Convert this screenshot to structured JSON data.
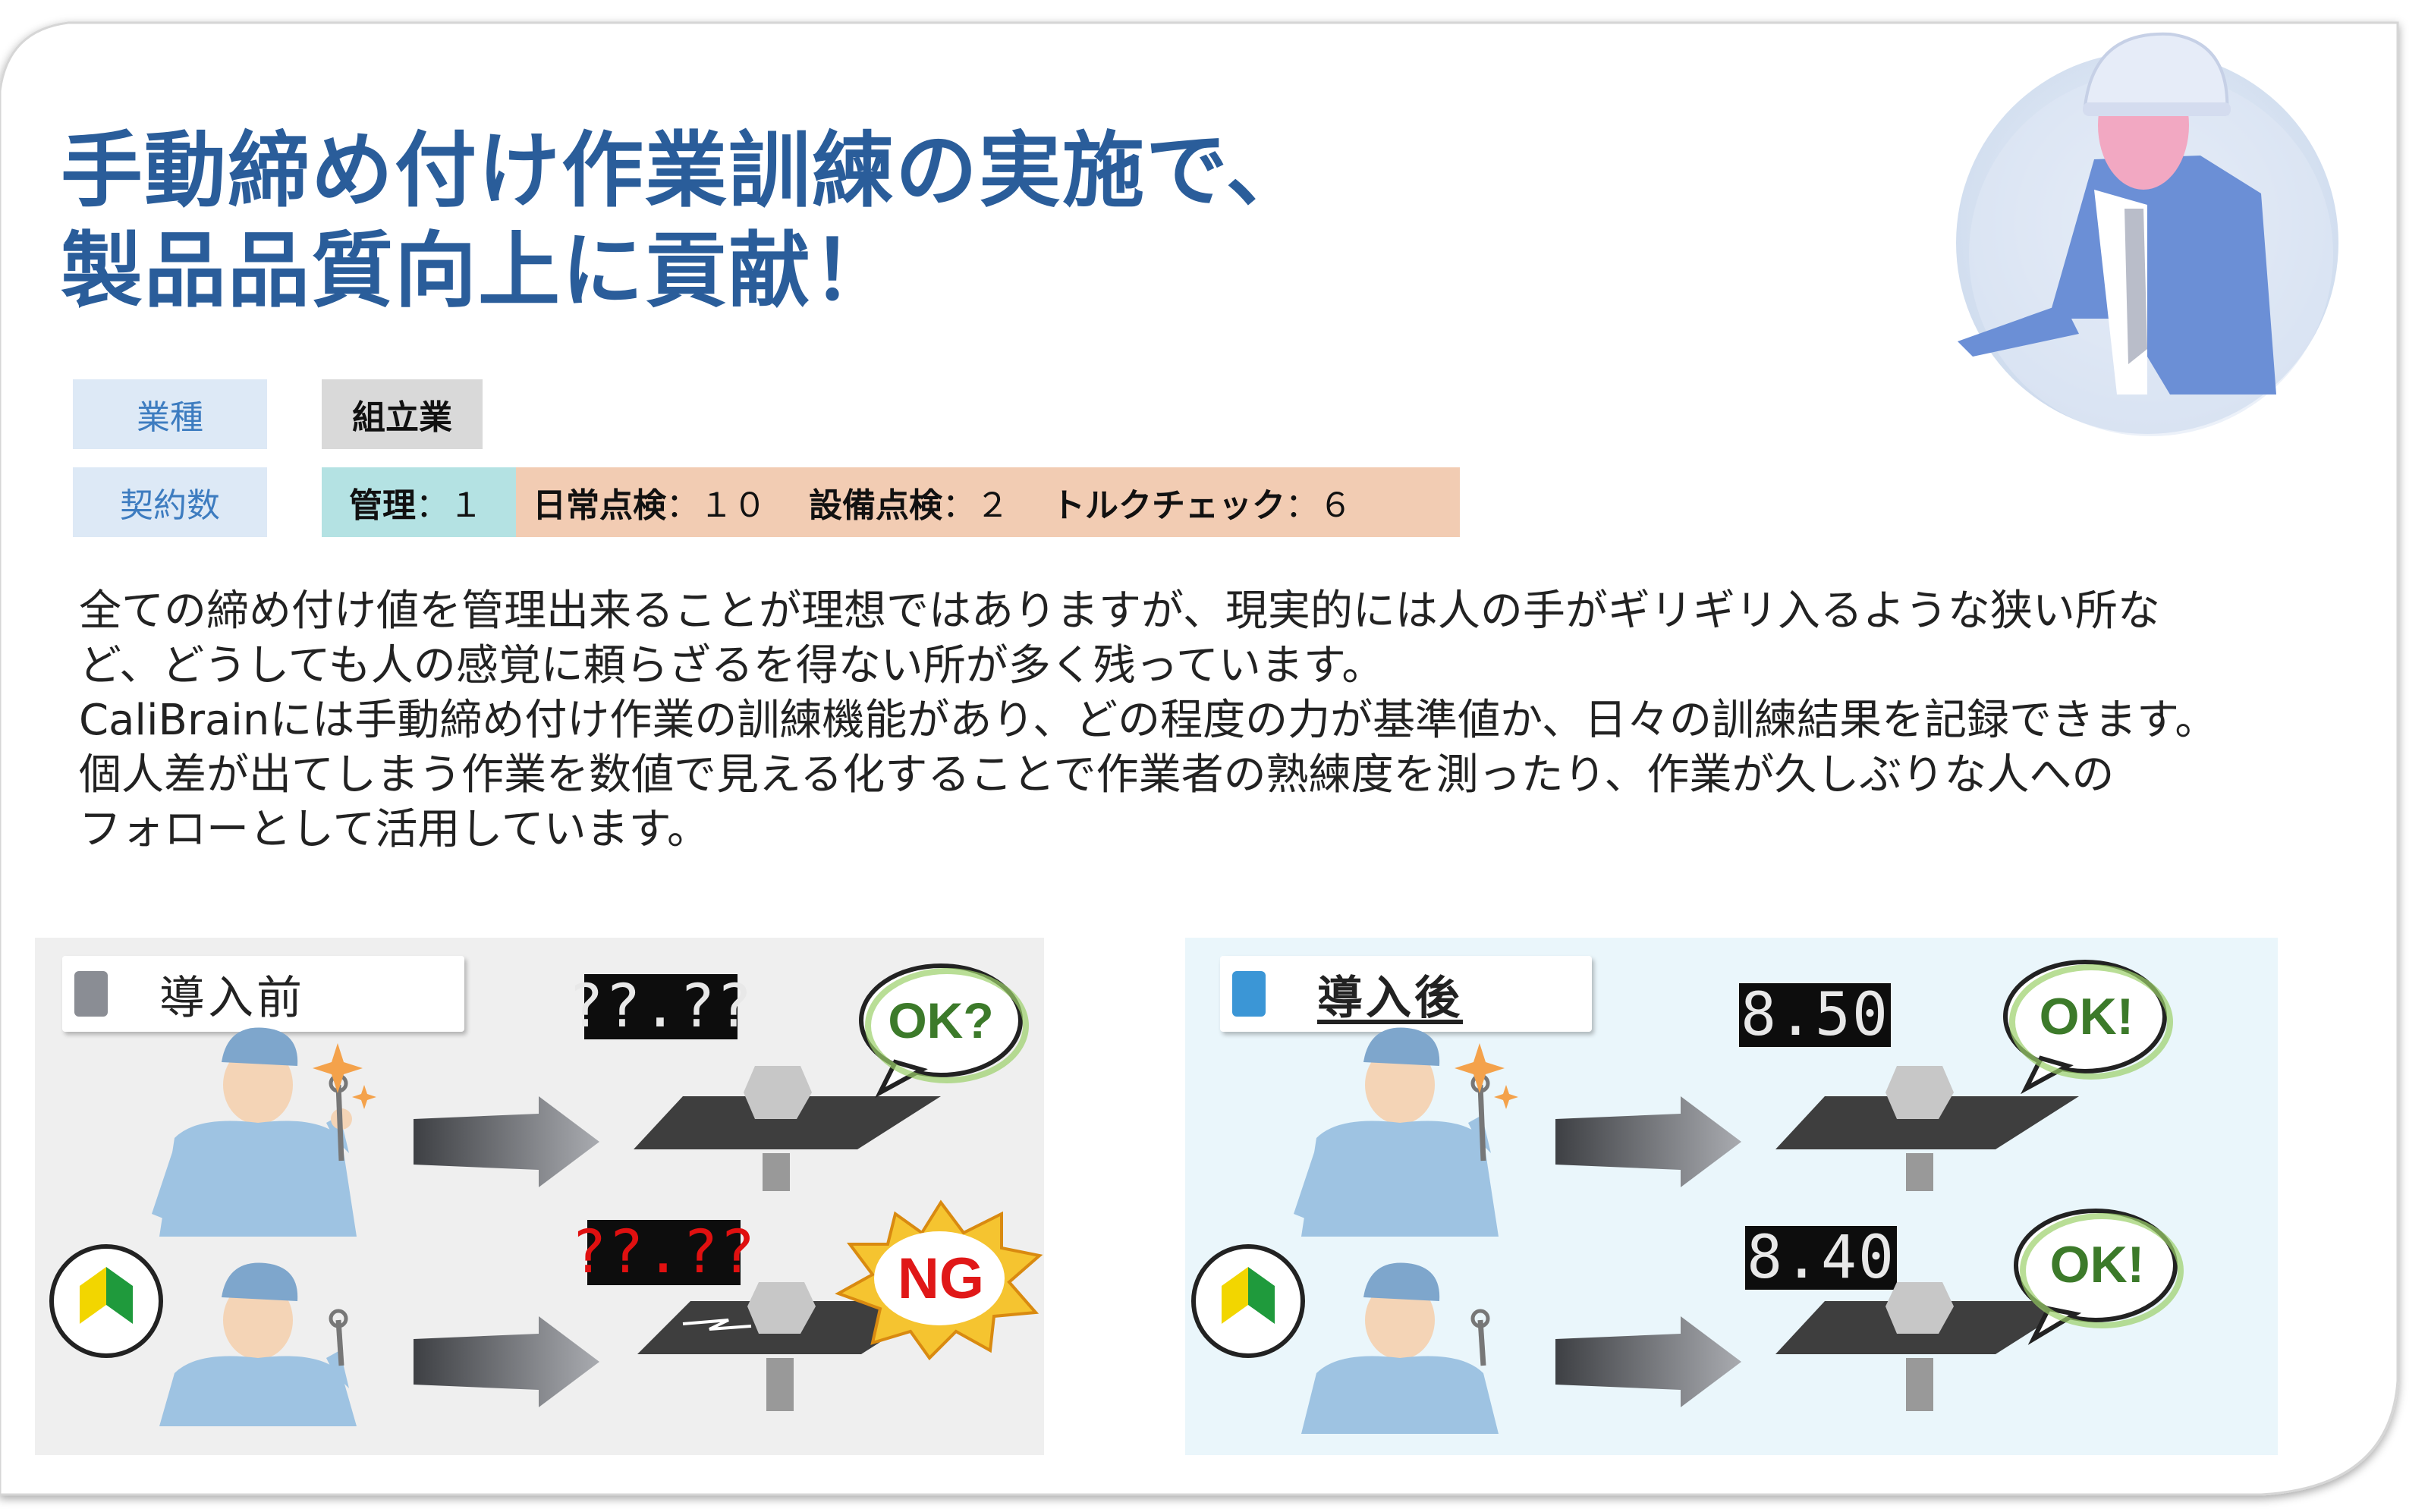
{
  "title": {
    "line1": "手動締め付け作業訓練の実施で、",
    "line2": "製品品質向上に貢献！"
  },
  "info": {
    "industry_label": "業種",
    "industry_value": "組立業",
    "contracts_label": "契約数",
    "contracts": [
      {
        "name": "管理",
        "sep": "：",
        "count": "１"
      },
      {
        "name": "日常点検",
        "sep": "：",
        "count": "１０"
      },
      {
        "name": "設備点検",
        "sep": "：",
        "count": "２"
      },
      {
        "name": "トルクチェック",
        "sep": "：",
        "count": "６"
      }
    ]
  },
  "body": {
    "lines": [
      "全ての締め付け値を管理出来ることが理想ではありますが、現実的には人の手がギリギリ入るような狭い所な",
      "ど、どうしても人の感覚に頼らざるを得ない所が多く残っています。",
      "CaliBrainには手動締め付け作業の訓練機能があり、どの程度の力が基準値か、日々の訓練結果を記録できます。",
      "個人差が出てしまう作業を数値で見える化することで作業者の熟練度を測ったり、作業が久しぶりな人への",
      "フォローとして活用しています。"
    ]
  },
  "before": {
    "label": "導入前",
    "display_top": "??.??",
    "display_bottom": "??.??",
    "bubble_top": "OK?",
    "bubble_bottom": "NG",
    "colors": {
      "tag_square": "#8a8d94",
      "ok_text": "#3c7a2a",
      "ng_text": "#e01818",
      "ng_fill": "#f5c430"
    }
  },
  "after": {
    "label": "導入後",
    "display_top": "8.50",
    "display_bottom": "8.40",
    "bubble_top": "OK!",
    "bubble_bottom": "OK!",
    "colors": {
      "tag_square": "#3b96d6",
      "ok_text": "#3c7a2a"
    }
  }
}
